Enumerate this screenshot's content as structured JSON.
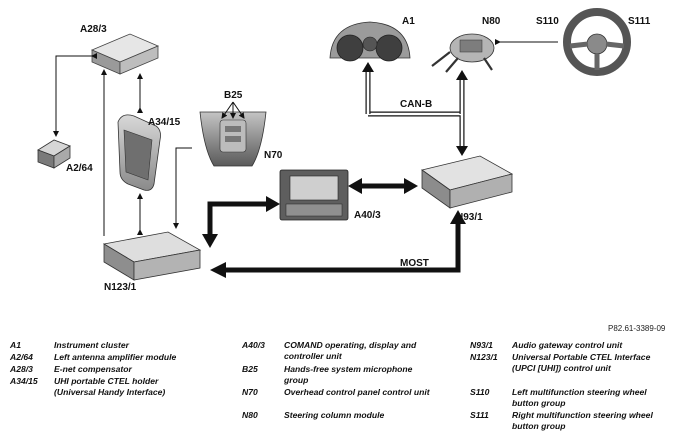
{
  "components": {
    "A28_3": "A28/3",
    "A2_64": "A2/64",
    "A34_15": "A34/15",
    "B25": "B25",
    "N70": "N70",
    "A40_3": "A40/3",
    "N123_1": "N123/1",
    "A1": "A1",
    "N80": "N80",
    "S110": "S110",
    "S111": "S111",
    "N93_1": "N93/1"
  },
  "bus_labels": {
    "can_b": "CAN-B",
    "most": "MOST"
  },
  "figure_ref": "P82.61-3389-09",
  "legend": [
    {
      "code": "A1",
      "text": "Instrument cluster"
    },
    {
      "code": "A2/64",
      "text": "Left antenna amplifier module"
    },
    {
      "code": "A28/3",
      "text": "E-net compensator"
    },
    {
      "code": "A34/15",
      "text": "UHI portable CTEL holder (Universal Handy Interface)"
    },
    {
      "code": "A40/3",
      "text": "COMAND operating, display and controller unit"
    },
    {
      "code": "B25",
      "text": "Hands-free system microphone group"
    },
    {
      "code": "N70",
      "text": "Overhead control panel control unit"
    },
    {
      "code": "N80",
      "text": "Steering column module"
    },
    {
      "code": "N93/1",
      "text": "Audio gateway control unit"
    },
    {
      "code": "N123/1",
      "text": "Universal Portable CTEL Interface (UPCI [UHI]) control unit"
    },
    {
      "code": "S110",
      "text": "Left multifunction steering wheel button group"
    },
    {
      "code": "S111",
      "text": "Right multifunction steering wheel button group"
    }
  ]
}
